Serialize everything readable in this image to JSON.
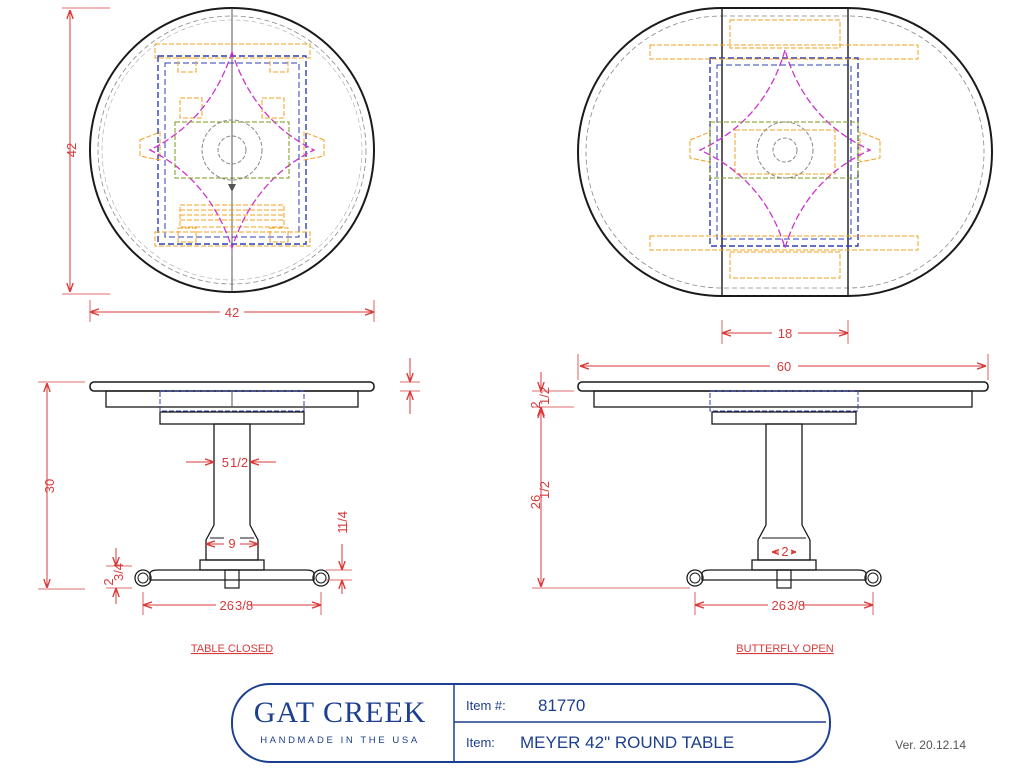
{
  "dimensions": {
    "closed_depth": "42",
    "closed_width": "42",
    "leaf_width": "18",
    "open_length": "60",
    "top_thickness": "",
    "height": "30",
    "pedestal_column": "5",
    "pedestal_column_frac": "1/2",
    "pedestal_base": "9",
    "foot_height": "1",
    "foot_height_frac": "1/4",
    "base_height": "2",
    "base_height_frac": "3/4",
    "base_span": "26",
    "base_span_frac": "3/8",
    "apron_depth": "2",
    "apron_depth_frac": "1/2",
    "apron_to_floor": "26",
    "apron_to_floor_frac": "1/2",
    "open_column": "2",
    "open_base_span": "26",
    "open_base_span_frac": "3/8"
  },
  "views": {
    "closed_label": "TABLE CLOSED",
    "open_label": "BUTTERFLY OPEN"
  },
  "title_block": {
    "company": "GAT CREEK",
    "tagline": "HANDMADE IN THE USA",
    "item_number_label": "Item #:",
    "item_number": "81770",
    "item_label": "Item:",
    "item_name": "MEYER 42\" ROUND TABLE"
  },
  "version": "Ver. 20.12.14",
  "colors": {
    "dimension": "#d83a3a",
    "outline": "#1a1a1a",
    "hidden_blue": "#2d3fb8",
    "hidden_orange": "#f0a020",
    "hidden_magenta": "#cc33cc",
    "hidden_green": "#7a9a1a",
    "brand": "#1c3f8f"
  }
}
